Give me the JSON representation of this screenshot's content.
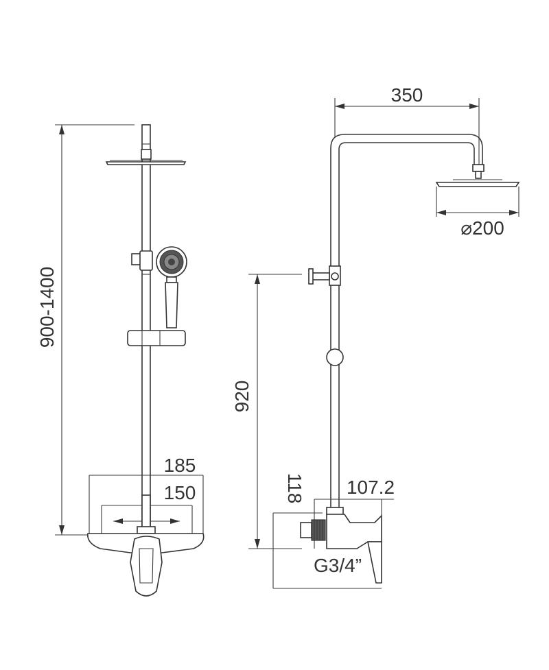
{
  "dimensions": {
    "rail_height": "900-1400",
    "mixer_outer_width": "185",
    "mixer_inner_width": "150",
    "arm_reach": "350",
    "head_diameter": "⌀200",
    "mixer_height": "920",
    "wall_depth": "118",
    "outlet_depth": "107.2",
    "thread": "G3/4”"
  },
  "colors": {
    "line": "#333333",
    "background": "#ffffff"
  }
}
